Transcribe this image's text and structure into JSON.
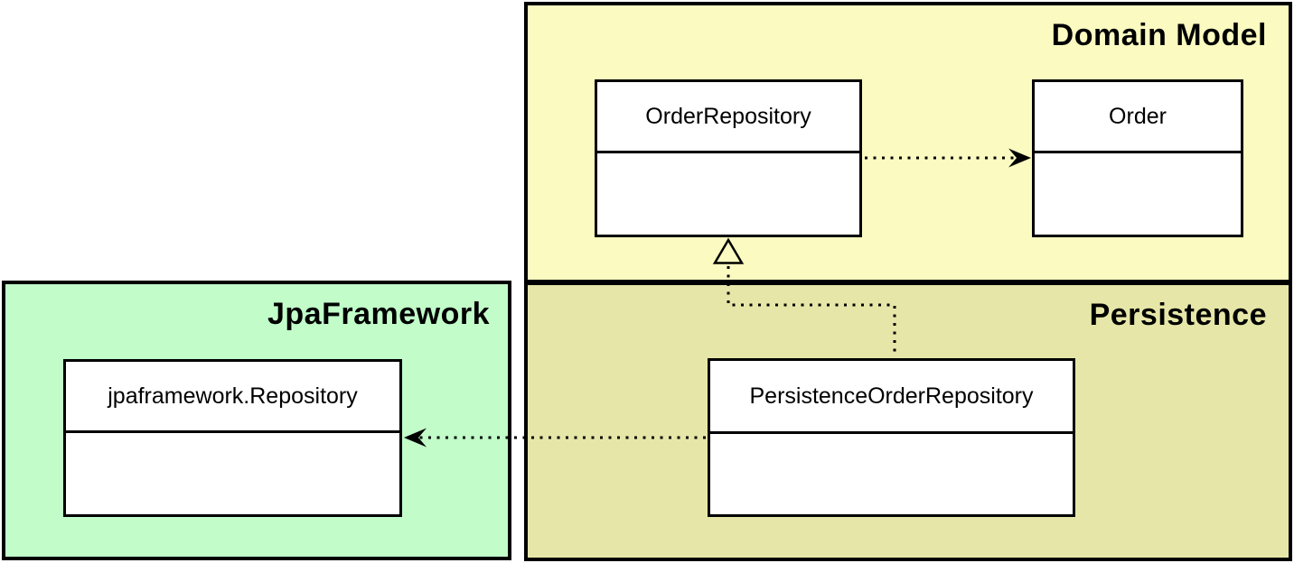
{
  "diagram": {
    "kind": "uml-class-diagram",
    "regions": {
      "domain_model": {
        "title": "Domain Model",
        "bg": "#FBFBC1"
      },
      "persistence": {
        "title": "Persistence",
        "bg": "#E6E6A8"
      },
      "jpa_framework": {
        "title": "JpaFramework",
        "bg": "#C1FCC9"
      }
    },
    "classes": {
      "order_repository": {
        "name": "OrderRepository",
        "region": "Domain Model"
      },
      "order": {
        "name": "Order",
        "region": "Domain Model"
      },
      "persistence_order_repository": {
        "name": "PersistenceOrderRepository",
        "region": "Persistence"
      },
      "jpaframework_repository": {
        "name": "jpaframework.Repository",
        "region": "JpaFramework"
      }
    },
    "relationships": [
      {
        "from": "OrderRepository",
        "to": "Order",
        "type": "dependency",
        "style": "dashed-line-filled-arrowhead"
      },
      {
        "from": "PersistenceOrderRepository",
        "to": "OrderRepository",
        "type": "realization",
        "style": "dashed-line-hollow-triangle"
      },
      {
        "from": "PersistenceOrderRepository",
        "to": "jpaframework.Repository",
        "type": "dependency",
        "style": "dashed-line-filled-arrowhead"
      }
    ],
    "colors": {
      "class_box_bg": "#FFFFFF",
      "line_color": "#000000",
      "text_color": "#000000",
      "page_bg": "#FFFFFF"
    }
  }
}
